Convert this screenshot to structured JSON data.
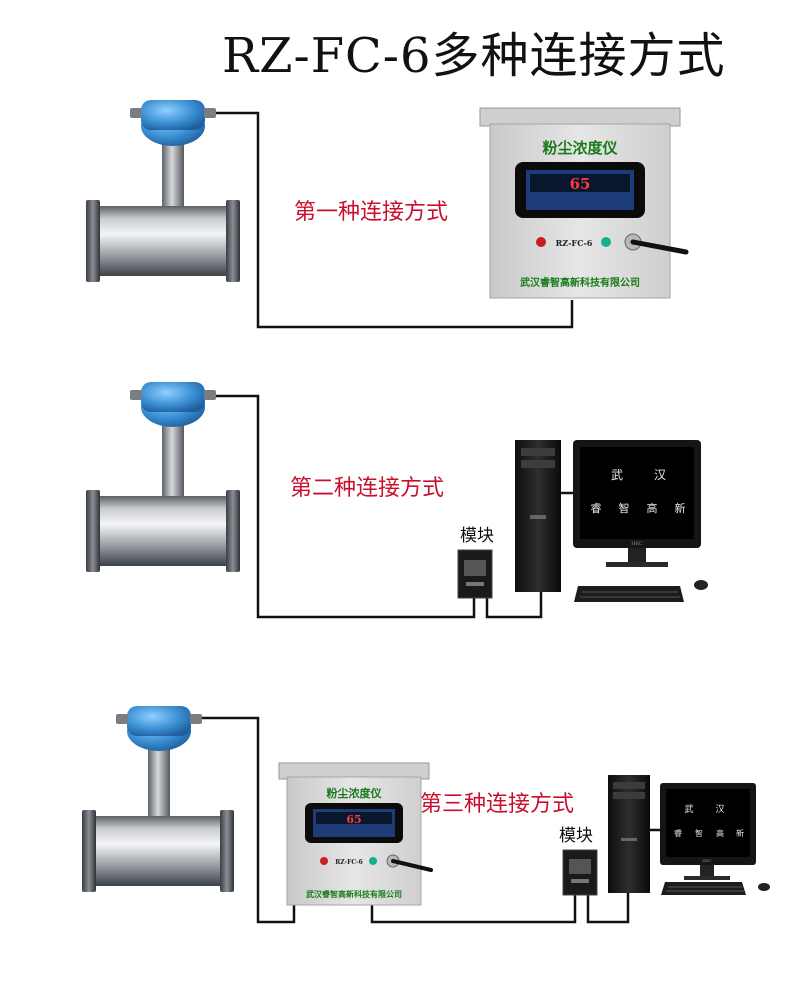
{
  "title": "RZ-FC-6多种连接方式",
  "methods": [
    {
      "label": "第一种连接方式"
    },
    {
      "label": "第二种连接方式",
      "module_label": "模块"
    },
    {
      "label": "第三种连接方式",
      "module_label": "模块"
    }
  ],
  "instrument_box": {
    "name": "粉尘浓度仪",
    "display_value": "65",
    "model": "RZ-FC-6",
    "company": "武汉睿智高新科技有限公司"
  },
  "monitor_screen": {
    "line1": [
      "武",
      "汉"
    ],
    "line2": [
      "睿",
      "智",
      "高",
      "新"
    ],
    "brand": "HKC"
  },
  "colors": {
    "title": "#111111",
    "label_red": "#c8102e",
    "wire": "#111111",
    "cabinet": "#dadada",
    "cabinet_text": "#1a7a1a",
    "sensor_head": "#3b8fd4",
    "pipe": "#8a8e94",
    "monitor_screen": "#000000"
  }
}
